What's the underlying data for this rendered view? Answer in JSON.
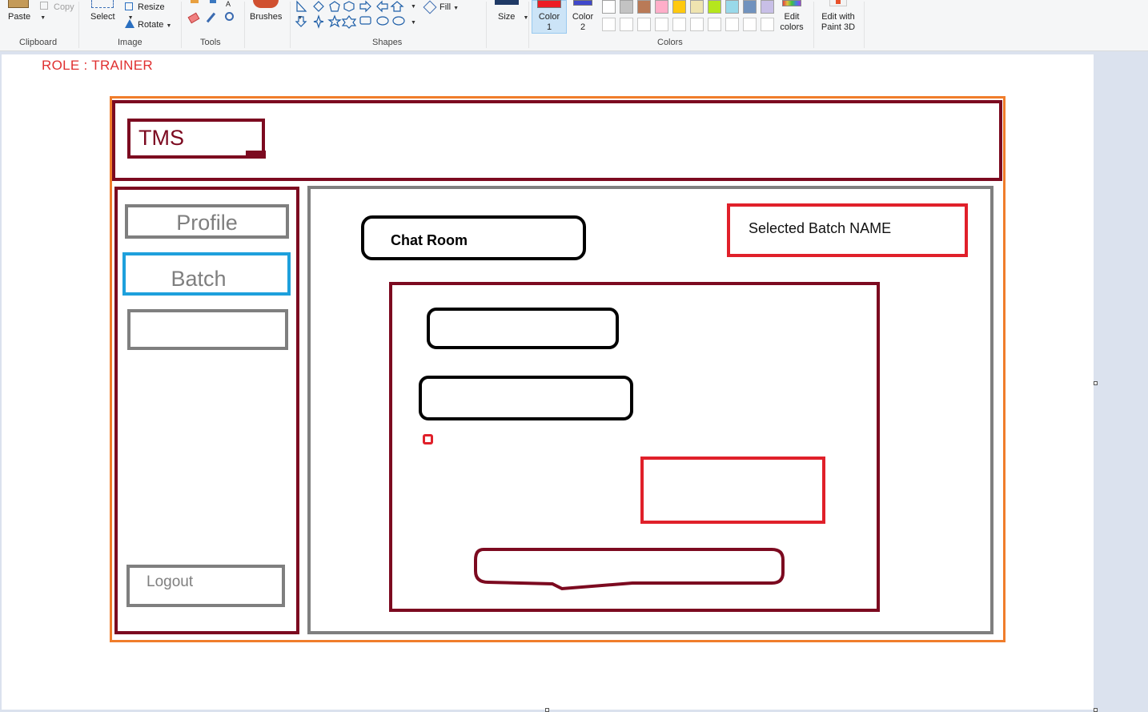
{
  "ribbon": {
    "clipboard": {
      "paste_label": "Paste",
      "copy_label": "Copy",
      "group_label": "Clipboard"
    },
    "image": {
      "select_label": "Select",
      "resize_label": "Resize",
      "rotate_label": "Rotate",
      "group_label": "Image"
    },
    "tools": {
      "group_label": "Tools"
    },
    "brushes": {
      "label": "Brushes"
    },
    "shapes": {
      "fill_label": "Fill",
      "group_label": "Shapes"
    },
    "size": {
      "label": "Size"
    },
    "color1": {
      "line1": "Color",
      "line2": "1",
      "value": "#ed1c24"
    },
    "color2": {
      "line1": "Color",
      "line2": "2",
      "value": "#3f48cc"
    },
    "colors": {
      "group_label": "Colors",
      "palette_row1": [
        "#ffffff",
        "#c3c3c3",
        "#b97a57",
        "#ffaec9",
        "#ffc90e",
        "#efe4b0",
        "#b5e61d",
        "#99d9ea",
        "#7092be",
        "#c8bfe7"
      ],
      "edit_line1": "Edit",
      "edit_line2": "colors"
    },
    "paint3d": {
      "line1": "Edit with",
      "line2": "Paint 3D"
    }
  },
  "canvas": {
    "role_label": "ROLE : TRAINER",
    "logo_text": "TMS",
    "nav": {
      "profile": "Profile",
      "batch": "Batch",
      "logout": "Logout"
    },
    "chat_room_label": "Chat Room",
    "selected_batch_label": "Selected Batch NAME"
  }
}
